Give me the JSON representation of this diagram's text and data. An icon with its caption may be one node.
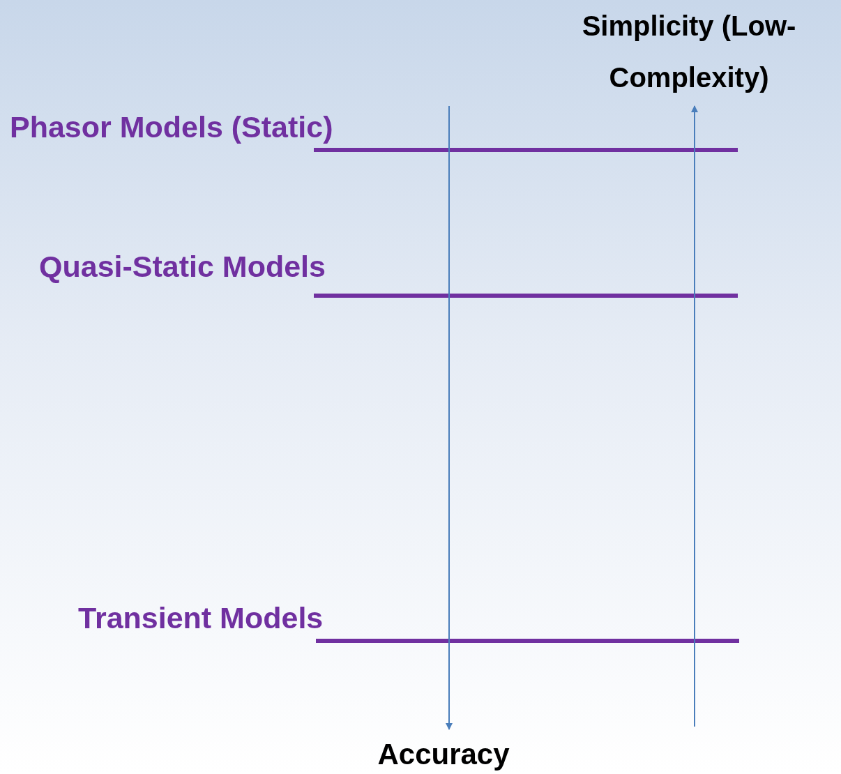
{
  "diagram": {
    "labels": [
      "Simplicity (Low-Complexity)",
      "Phasor Models (Static)",
      "Quasi-Static Models",
      "Transient Models",
      "Accuracy"
    ]
  }
}
